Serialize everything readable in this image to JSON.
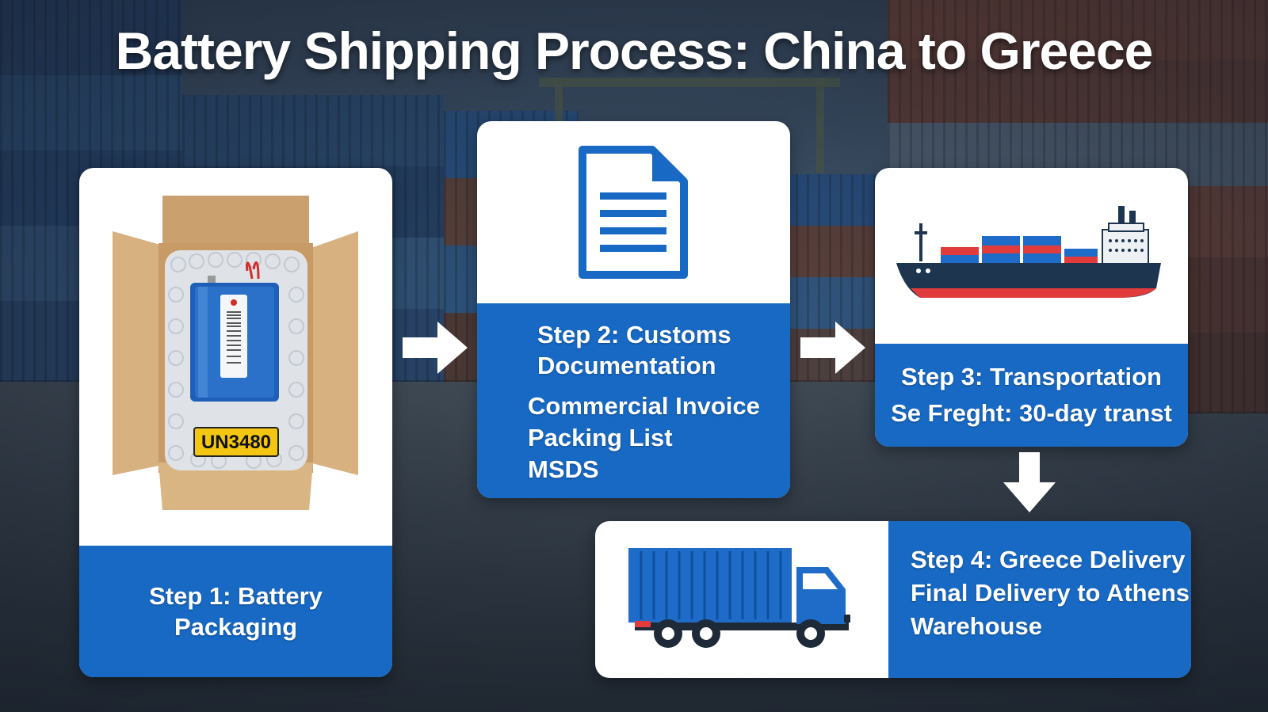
{
  "title": "Battery Shipping Process: China to Greece",
  "steps": [
    {
      "heading": "Step 1: Battery Packaging",
      "label_text": "UN3480",
      "icon": "battery-box-icon"
    },
    {
      "heading_line1": "Step 2: Customs",
      "heading_line2": "Documentation",
      "documents": [
        "Commercial Invoice",
        "Packing List",
        "MSDS"
      ],
      "icon": "document-icon"
    },
    {
      "heading": "Step 3: Transportation",
      "detail": "Se Freght: 30-day transt",
      "icon": "cargo-ship-icon"
    },
    {
      "heading": "Step 4: Greece Delivery",
      "detail_line1": "Final Delivery to Athens",
      "detail_line2": "Warehouse",
      "icon": "truck-icon"
    }
  ],
  "arrows": [
    "right-arrow-icon",
    "right-arrow-icon",
    "down-arrow-icon"
  ],
  "colors": {
    "accent_blue": "#1769c4",
    "card_white": "#ffffff",
    "title_text": "#ffffff",
    "box_cardboard": "#d7b17f",
    "label_yellow": "#f3c613",
    "ship_red": "#e23b3b"
  }
}
